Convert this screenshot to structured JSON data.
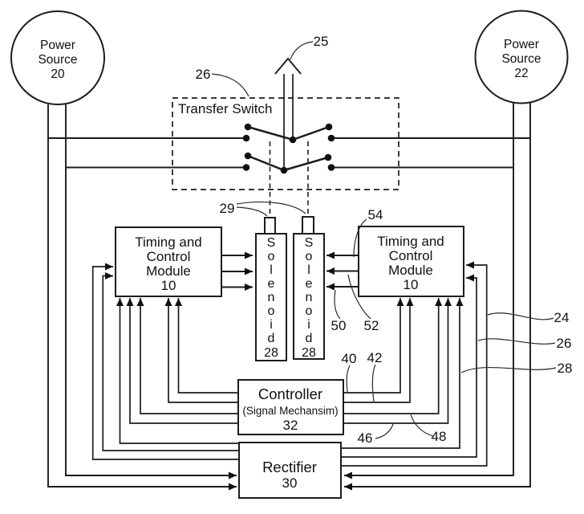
{
  "diagram": {
    "power_source_left": {
      "line1": "Power",
      "line2": "Source",
      "number": "20"
    },
    "power_source_right": {
      "line1": "Power",
      "line2": "Source",
      "number": "22"
    },
    "transfer_switch": {
      "label": "Transfer Switch"
    },
    "module_left": {
      "line1": "Timing and",
      "line2": "Control",
      "line3": "Module",
      "number": "10"
    },
    "module_right": {
      "line1": "Timing and",
      "line2": "Control",
      "line3": "Module",
      "number": "10"
    },
    "solenoid_left": {
      "letters": [
        "S",
        "o",
        "l",
        "e",
        "n",
        "o",
        "i",
        "d"
      ],
      "number": "28"
    },
    "solenoid_right": {
      "letters": [
        "S",
        "o",
        "l",
        "e",
        "n",
        "o",
        "i",
        "d"
      ],
      "number": "28"
    },
    "controller": {
      "line1": "Controller",
      "line2": "(Signal Mechansim)",
      "number": "32"
    },
    "rectifier": {
      "line1": "Rectifier",
      "number": "30"
    },
    "refs": {
      "r24": "24",
      "r25": "25",
      "r26_top": "26",
      "r26_right": "26",
      "r28_right": "28",
      "r29": "29",
      "r40": "40",
      "r42": "42",
      "r46": "46",
      "r48": "48",
      "r50": "50",
      "r52": "52",
      "r54": "54"
    },
    "colors": {
      "line": "#1c1c1c",
      "background": "#ffffff"
    }
  }
}
